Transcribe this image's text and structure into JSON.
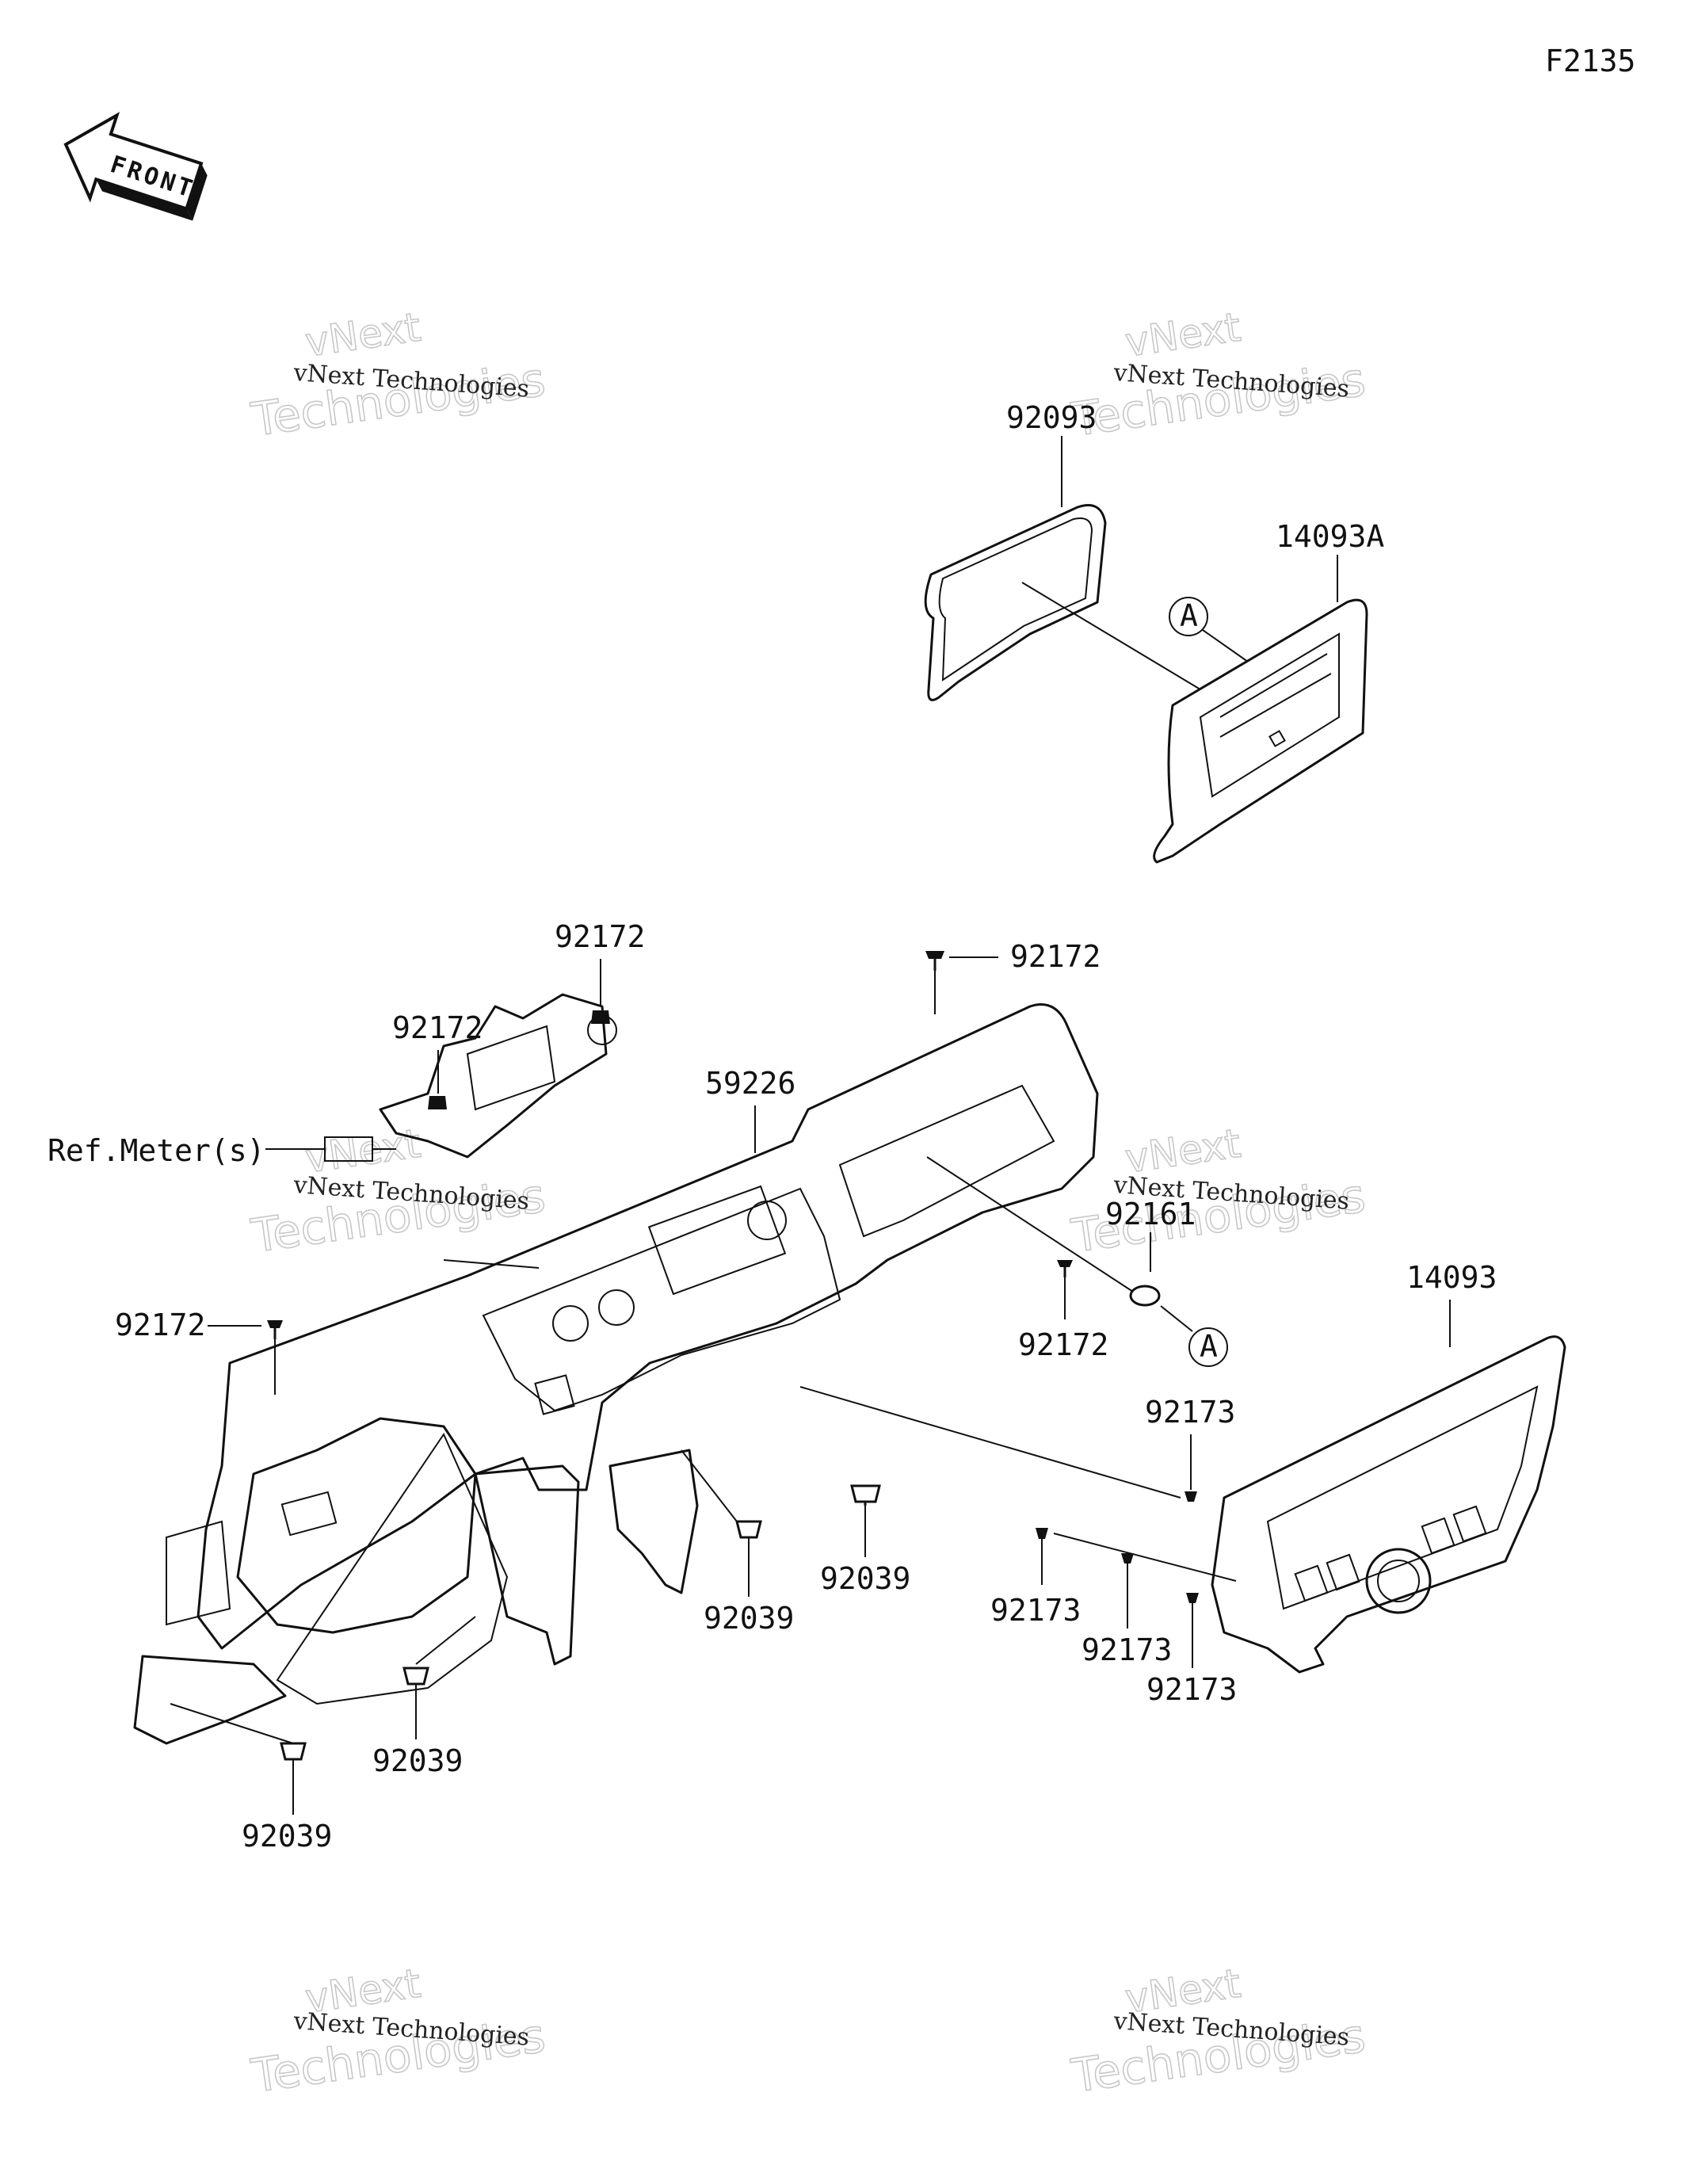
{
  "figure_code": "F2135",
  "front_label": "FRONT",
  "watermark": {
    "line1": "vNext Technologies",
    "word1": "vNext",
    "word2": "Technologies"
  },
  "ref_label": "Ref.Meter(s)",
  "circle_ref": "A",
  "callouts": {
    "c92093": "92093",
    "c14093A": "14093A",
    "c92172_top": "92172",
    "c92172_upper_left": "92172",
    "c92172_top_right": "92172",
    "c59226": "59226",
    "c92161": "92161",
    "c92172_left": "92172",
    "c92172_mid_right": "92172",
    "c14093": "14093",
    "c92173_top": "92173",
    "c92039_mid_right": "92039",
    "c92039_mid": "92039",
    "c92173_left": "92173",
    "c92173_mid": "92173",
    "c92173_right": "92173",
    "c92039_low": "92039",
    "c92039_bottom": "92039"
  }
}
